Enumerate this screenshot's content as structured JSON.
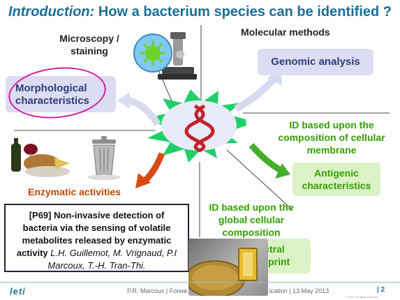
{
  "title": {
    "lead": "Introduction:",
    "rest": " How a bacterium species can be identified ?"
  },
  "labels": {
    "microscopy_line1": "Microscopy /",
    "microscopy_line2": "staining",
    "molecular": "Molecular methods",
    "morph_line1": "Morphological",
    "morph_line2": "characteristics",
    "genomic": "Genomic analysis",
    "id_cell_line1": "ID based upon the",
    "id_cell_line2": "composition of cellular",
    "id_cell_line3": "membrane",
    "antigen_line1": "Antigenic",
    "antigen_line2": "characteristics",
    "enzymatic": "Enzymatic activities",
    "id_global_line1": "ID based upon the",
    "id_global_line2": "global cellular",
    "id_global_line3": "composition",
    "spectral_line1": "ctral",
    "spectral_line2": "erprint"
  },
  "reference": {
    "line1": "[P69] Non-invasive detection of",
    "line2": "bacteria via the sensing of volatile",
    "line3": "metabolites released by enzymatic",
    "line4_bold": "activity",
    "line4_rest": " L.H. Guillemot, M. Vrignaud, P.I",
    "line5": "Marcoux, T.-H. Tran-Thi."
  },
  "footer": {
    "logo": "leti",
    "text_left": "P.R. Marcoux | Forwa",
    "text_right": "ication | 13 May 2013",
    "page": "| 2",
    "legal": "© CEA. All rights reserved"
  },
  "colors": {
    "title": "#1a6e98",
    "blue_box": "#dcdcf2",
    "green_box": "#dbf2c6",
    "green_text": "#32a000",
    "orange": "#c24700",
    "magenta": "#d21ea6",
    "center_star": "#1fd06a",
    "center_ellipse": "#e8eaf8",
    "dna": "#c2232b"
  },
  "icons": {
    "microscope": "microscope-icon",
    "bacterium": "bacterium-icon",
    "dna": "dna-icon",
    "food": "food-icon",
    "trash_can": "trash-can-icon"
  }
}
